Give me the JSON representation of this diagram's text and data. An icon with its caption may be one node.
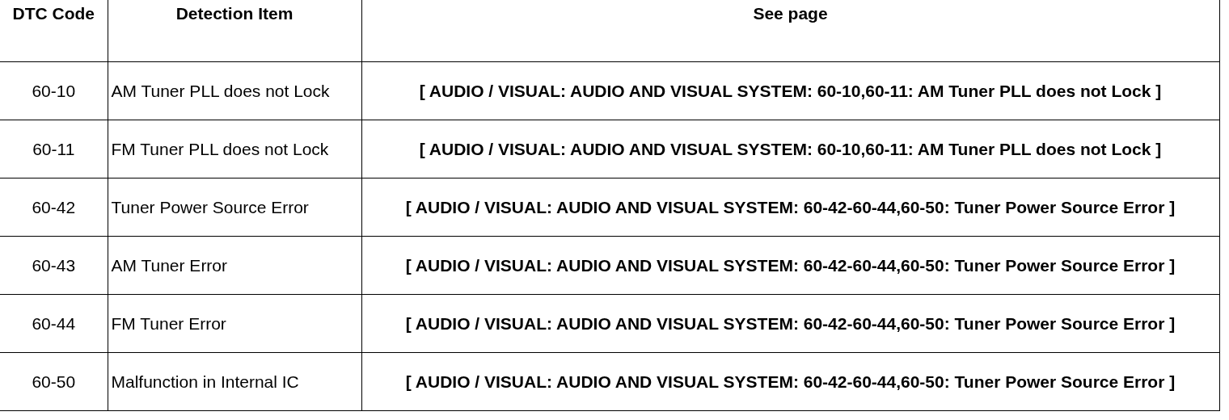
{
  "diagram": {
    "labels": [
      "DTC Code",
      "Detection Item",
      "See page",
      "60-10",
      "AM Tuner PLL does not Lock",
      "[ AUDIO / VISUAL: AUDIO AND VISUAL SYSTEM: 60-10,60-11: AM Tuner PLL does not Lock ]",
      "60-11",
      "FM Tuner PLL does not Lock",
      "[ AUDIO / VISUAL: AUDIO AND VISUAL SYSTEM: 60-10,60-11: AM Tuner PLL does not Lock ]",
      "60-42",
      "Tuner Power Source Error",
      "[ AUDIO / VISUAL: AUDIO AND VISUAL SYSTEM: 60-42-60-44,60-50: Tuner Power Source Error ]",
      "60-43",
      "AM Tuner Error",
      "[ AUDIO / VISUAL: AUDIO AND VISUAL SYSTEM: 60-42-60-44,60-50: Tuner Power Source Error ]",
      "60-44",
      "FM Tuner Error",
      "[ AUDIO / VISUAL: AUDIO AND VISUAL SYSTEM: 60-42-60-44,60-50: Tuner Power Source Error ]",
      "60-50",
      "Malfunction in Internal IC",
      "[ AUDIO / VISUAL: AUDIO AND VISUAL SYSTEM: 60-42-60-44,60-50: Tuner Power Source Error ]"
    ]
  }
}
